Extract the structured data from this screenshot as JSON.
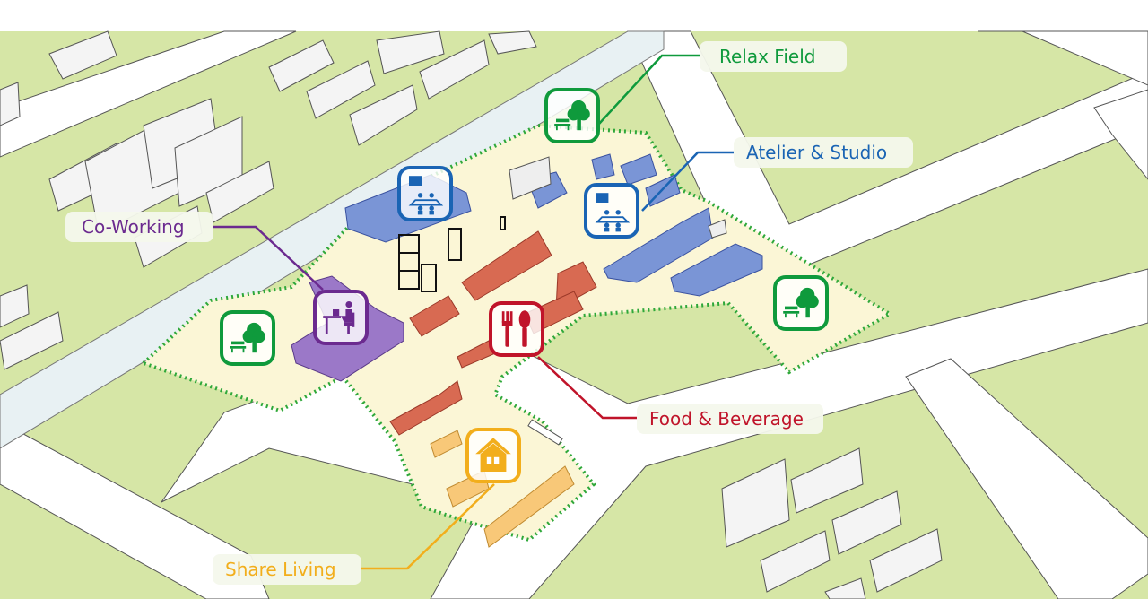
{
  "zones": {
    "relax": {
      "label": "Relax Field",
      "color": "#0f9a3c",
      "icon": "tree-bench-icon"
    },
    "atelier": {
      "label": "Atelier & Studio",
      "color": "#1a64b4",
      "icon": "studio-meeting-icon"
    },
    "coworking": {
      "label": "Co-Working",
      "color": "#6b2a8f",
      "icon": "desk-worker-icon"
    },
    "food": {
      "label": "Food & Beverage",
      "color": "#c0142a",
      "icon": "fork-spoon-icon"
    },
    "living": {
      "label": "Share Living",
      "color": "#f2ae1c",
      "icon": "house-icon"
    }
  },
  "colors": {
    "grass": "#d6e6a6",
    "site": "#fbf6d6",
    "river": "#e8f1f3",
    "road": "#ffffff"
  }
}
